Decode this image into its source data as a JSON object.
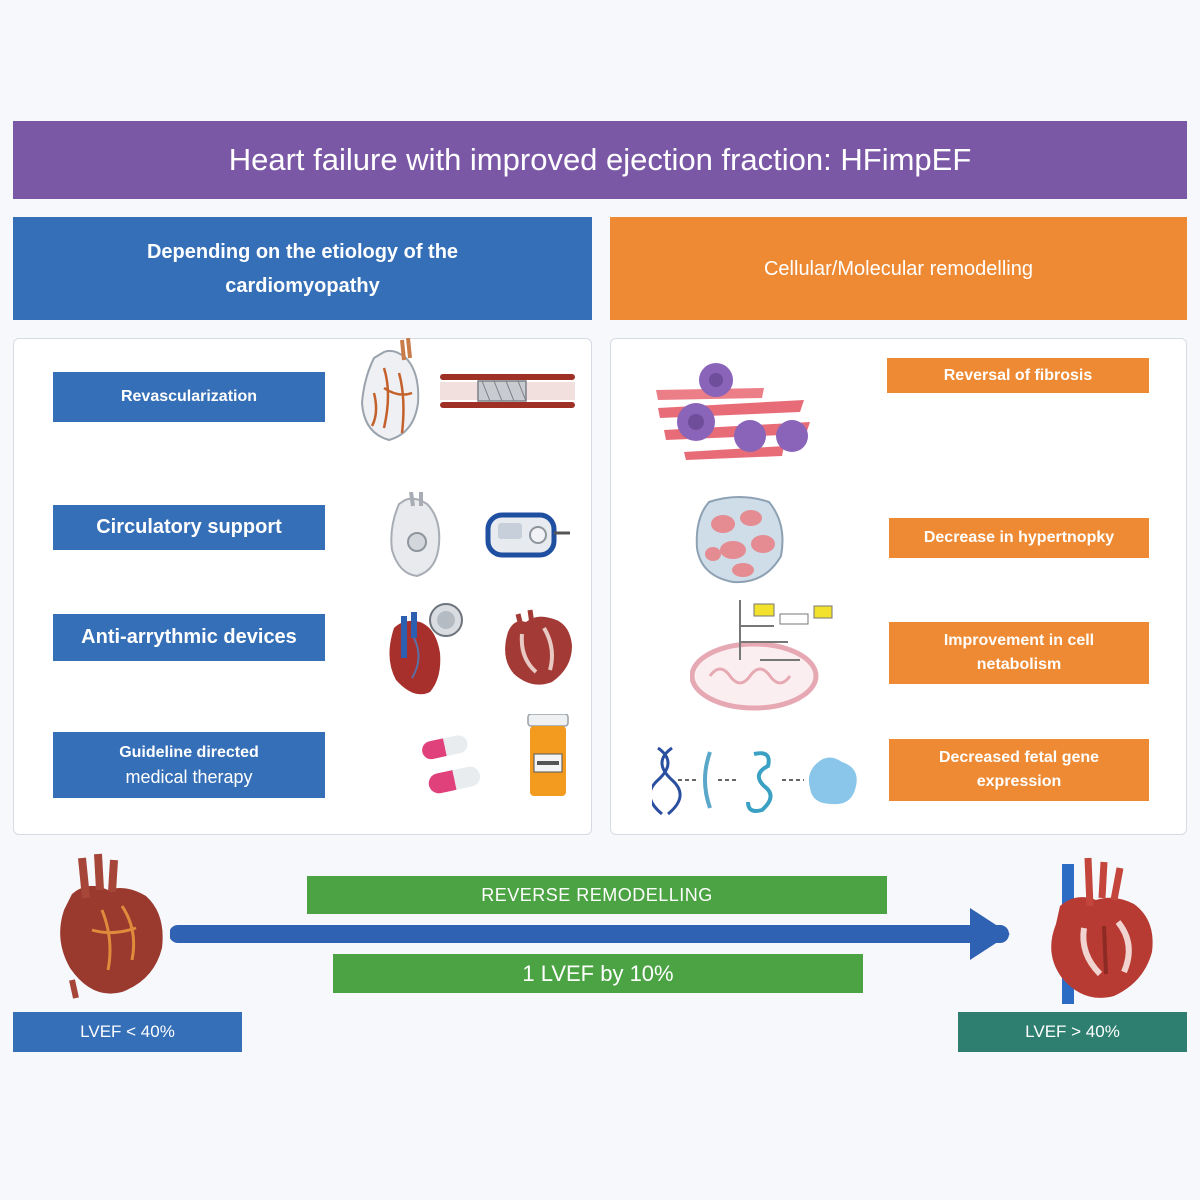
{
  "title": "Heart failure with improved ejection fraction: HFimpEF",
  "left_column": {
    "header": "Depending on the etiology of the cardiomyopathy",
    "items": [
      {
        "label": "Revascularization",
        "icons": [
          "coronary-heart-icon",
          "stented-artery-icon"
        ]
      },
      {
        "label": "Circulatory support",
        "icons": [
          "heart-assist-device-icon",
          "pump-console-icon"
        ]
      },
      {
        "label": "Anti-arrythmic devices",
        "icons": [
          "heart-with-pacemaker-icon",
          "heart-cross-section-icon"
        ]
      },
      {
        "label_line1": "Guideline directed",
        "label_line2": "medical therapy",
        "icons": [
          "capsules-icon",
          "pill-bottle-icon"
        ]
      }
    ]
  },
  "right_column": {
    "header": "Cellular/Molecular remodelling",
    "items": [
      {
        "label": "Reversal of fibrosis",
        "icon": "fibrosis-cells-icon"
      },
      {
        "label": "Decrease in hypertnopky",
        "icon": "cardiomyocyte-cluster-icon"
      },
      {
        "label": "Improvement in cell netabolism",
        "icon": "mitochondria-pathway-icon"
      },
      {
        "label": "Decreased fetal gene expression",
        "icon": "dna-to-protein-icon"
      }
    ]
  },
  "bottom": {
    "reverse_remodelling": "REVERSE REMODELLING",
    "lvef_change": "1 LVEF by 10%",
    "lvef_before": "LVEF < 40%",
    "lvef_after": "LVEF > 40%",
    "before_icon": "failing-heart-icon",
    "after_icon": "healthy-heart-icon",
    "arrow_icon": "progress-arrow-icon"
  },
  "colors": {
    "title": "#7b58a6",
    "blue": "#356fb7",
    "orange": "#ee8a33",
    "green": "#4ba343",
    "teal": "#2e7f70"
  }
}
